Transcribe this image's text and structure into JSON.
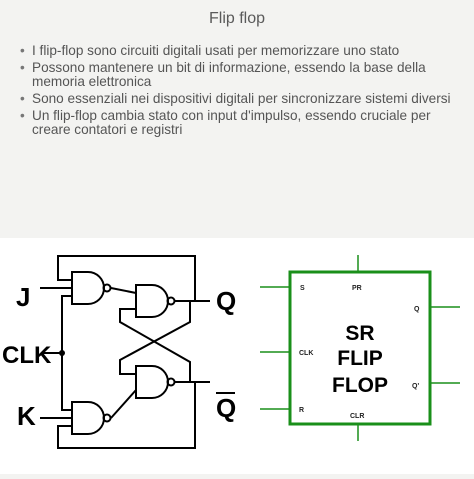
{
  "slide": {
    "title": "Flip flop",
    "bullets": [
      "I flip-flop sono circuiti digitali usati per memorizzare uno stato",
      "Possono mantenere un bit di informazione, essendo la base della memoria elettronica",
      "Sono essenziali nei dispositivi digitali per sincronizzare sistemi diversi",
      "Un flip-flop cambia stato con input d'impulso, essendo cruciale per creare contatori e registri"
    ]
  },
  "jk_diagram": {
    "input_j": "J",
    "input_clk": "CLK",
    "input_k": "K",
    "output_q": "Q",
    "output_q_bar": "Q"
  },
  "sr_block": {
    "pin_s": "S",
    "pin_pr": "PR",
    "pin_q": "Q",
    "pin_clk": "CLK",
    "pin_q_prime": "Q'",
    "pin_r": "R",
    "pin_clr": "CLR",
    "label_line1": "SR",
    "label_line2": "FLIP",
    "label_line3": "FLOP",
    "frame_color": "#1a8f1a"
  }
}
